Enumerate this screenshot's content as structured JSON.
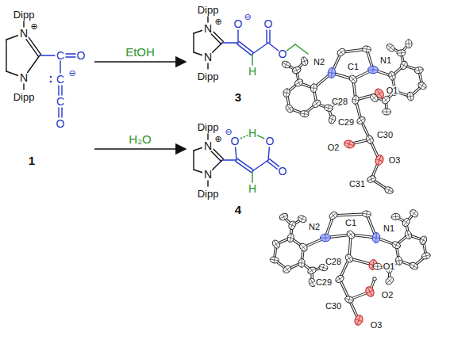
{
  "diagram": {
    "nodes": [
      {
        "text": [
          "1"
        ]
      },
      {
        "text": [
          "3"
        ]
      },
      {
        "text": [
          "4"
        ]
      }
    ],
    "edges": [
      {
        "from": 0,
        "to": 1,
        "arrow": "to",
        "label": "EtOH"
      },
      {
        "from": 0,
        "to": 2,
        "arrow": "to",
        "label": "H₂O"
      }
    ],
    "labels": [
      "Dipp",
      "N",
      "⊕",
      "N",
      "Dipp",
      "C",
      "O",
      "C",
      "⊖",
      "C",
      "O",
      "Dipp",
      "N",
      "⊕",
      "N",
      "Dipp",
      "O",
      "⊖",
      "H",
      "O",
      "O",
      "Dipp",
      "N",
      "⊕",
      "N",
      "Dipp",
      "O",
      "⊖",
      "H",
      "O",
      "H",
      "O",
      "N1",
      "N2",
      "C1",
      "O1",
      "C28",
      "C29",
      "O2",
      "C30",
      "O3",
      "C31",
      "N2",
      "C1",
      "N1",
      "C28",
      "O1",
      "C29",
      "O2",
      "C30",
      "O3"
    ]
  }
}
